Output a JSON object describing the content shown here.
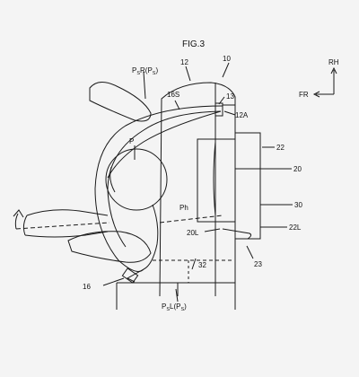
{
  "figure": {
    "title": "FIG.3"
  },
  "labels": {
    "l10": "10",
    "l12": "12",
    "l12a": "12A",
    "l13": "13",
    "l16s": "16S",
    "l16": "16",
    "l20": "20",
    "l20l": "20L",
    "l22": "22",
    "l22l": "22L",
    "l23": "23",
    "l30": "30",
    "l32": "32",
    "lp": "P",
    "lph": "Ph"
  },
  "pr_label": {
    "p": "P",
    "s": "S",
    "mid": "R(P",
    "s2": "S",
    "close": ")"
  },
  "pl_label": {
    "p": "P",
    "s": "S",
    "mid": "L(P",
    "s2": "S",
    "close": ")"
  },
  "direction": {
    "rh": "RH",
    "fr": "FR"
  },
  "colors": {
    "line": "#1a1a1a",
    "background": "#f4f4f4"
  }
}
